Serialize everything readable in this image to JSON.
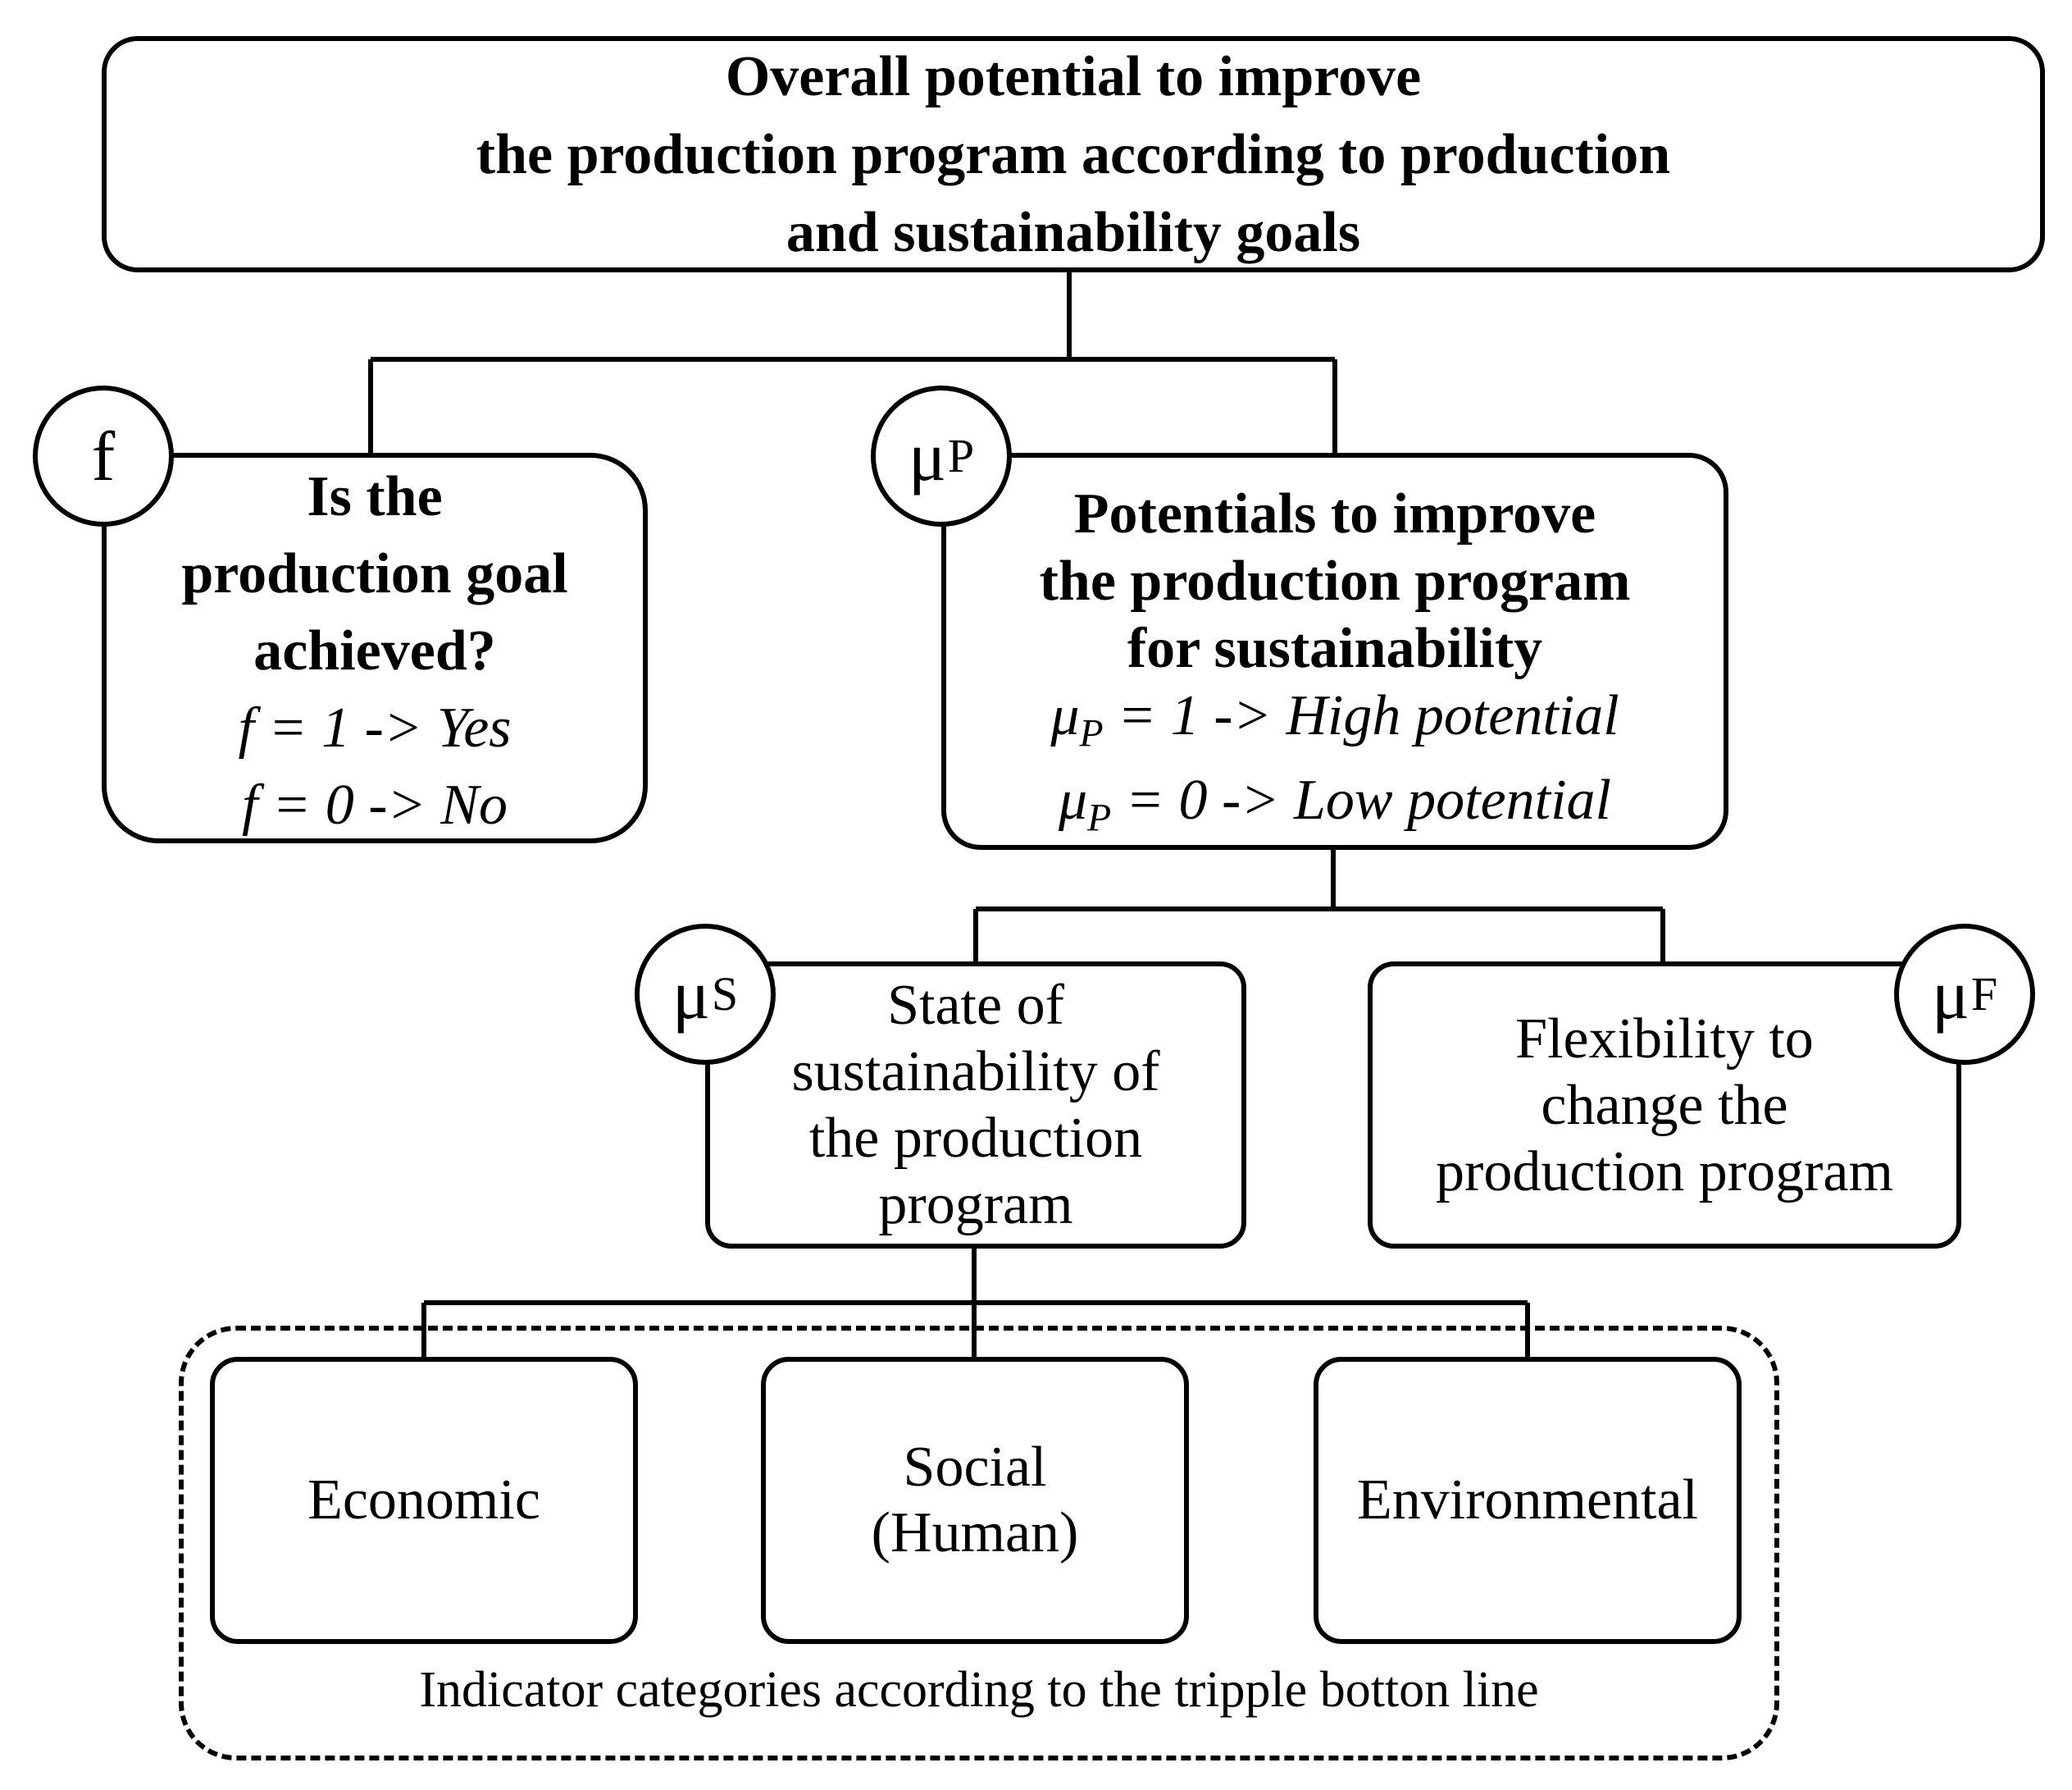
{
  "overall": {
    "lines": [
      "Overall potential to improve",
      "the production program according to production",
      "and sustainability goals"
    ]
  },
  "goal": {
    "question": [
      "Is the",
      "production goal",
      "achieved?"
    ],
    "yes_line": "f = 1 -> Yes",
    "no_line": "f = 0 -> No",
    "badge": "f"
  },
  "potentials": {
    "title": [
      "Potentials to improve",
      "the production program",
      "for sustainability"
    ],
    "high_symbol": "μ",
    "high_sub": "P",
    "high_text": " = 1 -> High potential",
    "low_symbol": "μ",
    "low_sub": "P",
    "low_text": " = 0 -> Low potential",
    "badge_symbol": "μ",
    "badge_sub": "P"
  },
  "state": {
    "lines": [
      "State of",
      "sustainability of",
      "the production",
      "program"
    ],
    "badge_symbol": "μ",
    "badge_sub": "S"
  },
  "flexibility": {
    "lines": [
      "Flexibility to",
      "change the",
      "production program"
    ],
    "badge_symbol": "μ",
    "badge_sub": "F"
  },
  "categories": {
    "economic": [
      "Economic"
    ],
    "social": [
      "Social",
      "(Human)"
    ],
    "environmental": [
      "Environmental"
    ],
    "caption": "Indicator categories according to the tripple botton line"
  }
}
